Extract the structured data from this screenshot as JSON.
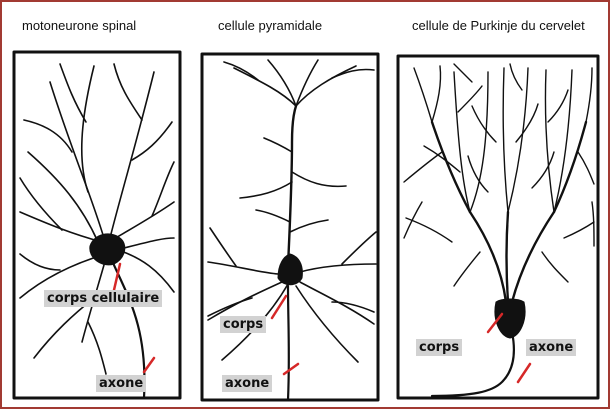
{
  "panels": [
    {
      "title": "motoneurone spinal",
      "labels": {
        "body": "corps cellulaire",
        "axon": "axone"
      }
    },
    {
      "title": "cellule pyramidale",
      "labels": {
        "body": "corps",
        "axon": "axone"
      }
    },
    {
      "title": "cellule de Purkinje du cervelet",
      "labels": {
        "body": "corps",
        "axon": "axone"
      }
    }
  ],
  "colors": {
    "frame": "#a23a32",
    "pointer": "#d62828",
    "label_background": "#d2d2d2",
    "ink": "#111111"
  }
}
